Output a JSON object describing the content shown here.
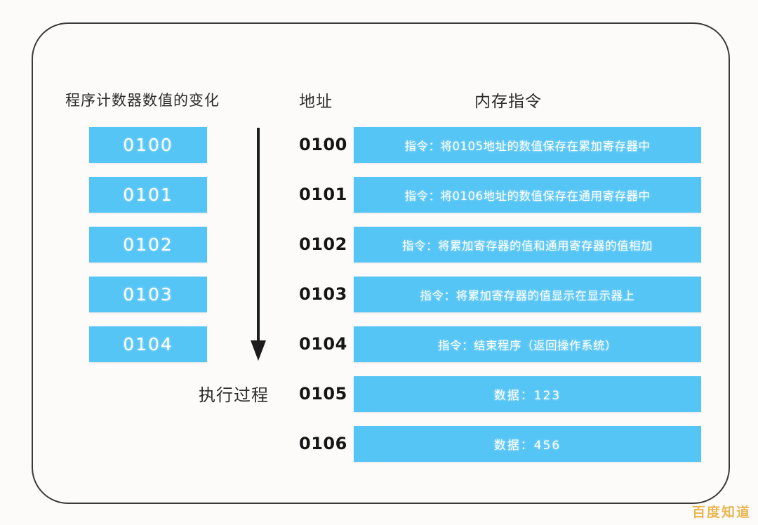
{
  "diagram": {
    "title_pc_column": "程序计数器数值的变化",
    "title_address_column": "地址",
    "title_memory_column": "内存指令",
    "process_label": "执行过程",
    "accent_color": "#55c5f6",
    "border_color": "#3a3a3a",
    "background_color": "#fcfbfa",
    "watermark": "百度知道"
  },
  "program_counter": {
    "values": [
      "0100",
      "0101",
      "0102",
      "0103",
      "0104"
    ]
  },
  "memory": {
    "rows": [
      {
        "address": "0100",
        "content": "指令：将0105地址的数值保存在累加寄存器中",
        "kind": "instruction"
      },
      {
        "address": "0101",
        "content": "指令：将0106地址的数值保存在通用寄存器中",
        "kind": "instruction"
      },
      {
        "address": "0102",
        "content": "指令：将累加寄存器的值和通用寄存器的值相加",
        "kind": "instruction"
      },
      {
        "address": "0103",
        "content": "指令：将累加寄存器的值显示在显示器上",
        "kind": "instruction"
      },
      {
        "address": "0104",
        "content": "指令：结束程序（返回操作系统）",
        "kind": "instruction"
      },
      {
        "address": "0105",
        "content": "数据：123",
        "kind": "data"
      },
      {
        "address": "0106",
        "content": "数据：456",
        "kind": "data"
      }
    ]
  }
}
